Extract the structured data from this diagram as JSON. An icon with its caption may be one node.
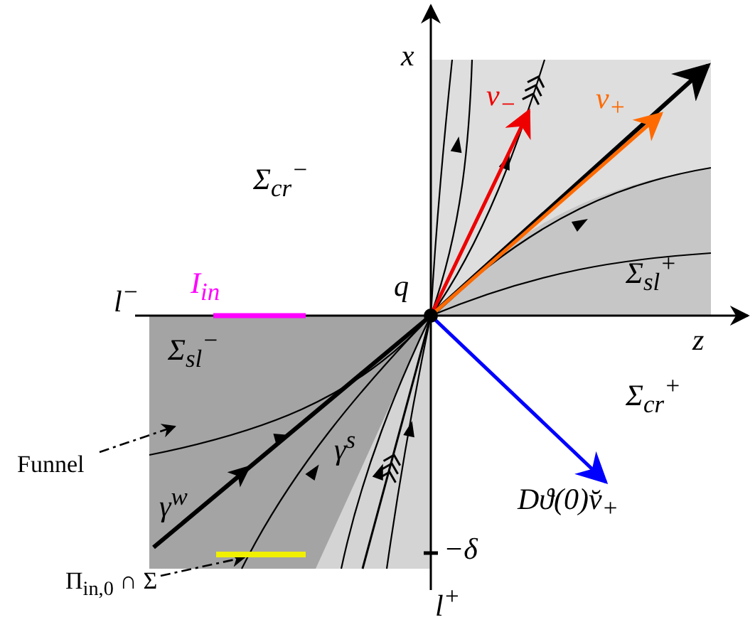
{
  "diagram": {
    "nodes": [
      {
        "text": [
          "Funnel"
        ]
      },
      {
        "text": [
          "Π$_{in,0}$ ∩ Σ"
        ]
      },
      {
        "text": [],
        "shape": "bar"
      }
    ],
    "edges": [
      {
        "from": 0,
        "to": null,
        "arrow": "to",
        "style": "dashed"
      },
      {
        "from": 1,
        "to": 2,
        "arrow": "to",
        "style": "dashed"
      }
    ],
    "labels": [
      "x",
      "v$_{−}$",
      "v$_{+}$",
      "Σ$_{cr}$$^{−}$",
      "Σ$_{sl}$$^{+}$",
      "q",
      "l$^{−}$",
      "I$_{in}$",
      "z",
      "Σ$_{sl}$$^{−}$",
      "Σ$_{cr}$$^{+}$",
      "γ$^{w}$",
      "γ$^{s}$",
      "Dϑ(0)v̆$_{+}$",
      "−δ",
      "l$^{+}$"
    ]
  }
}
